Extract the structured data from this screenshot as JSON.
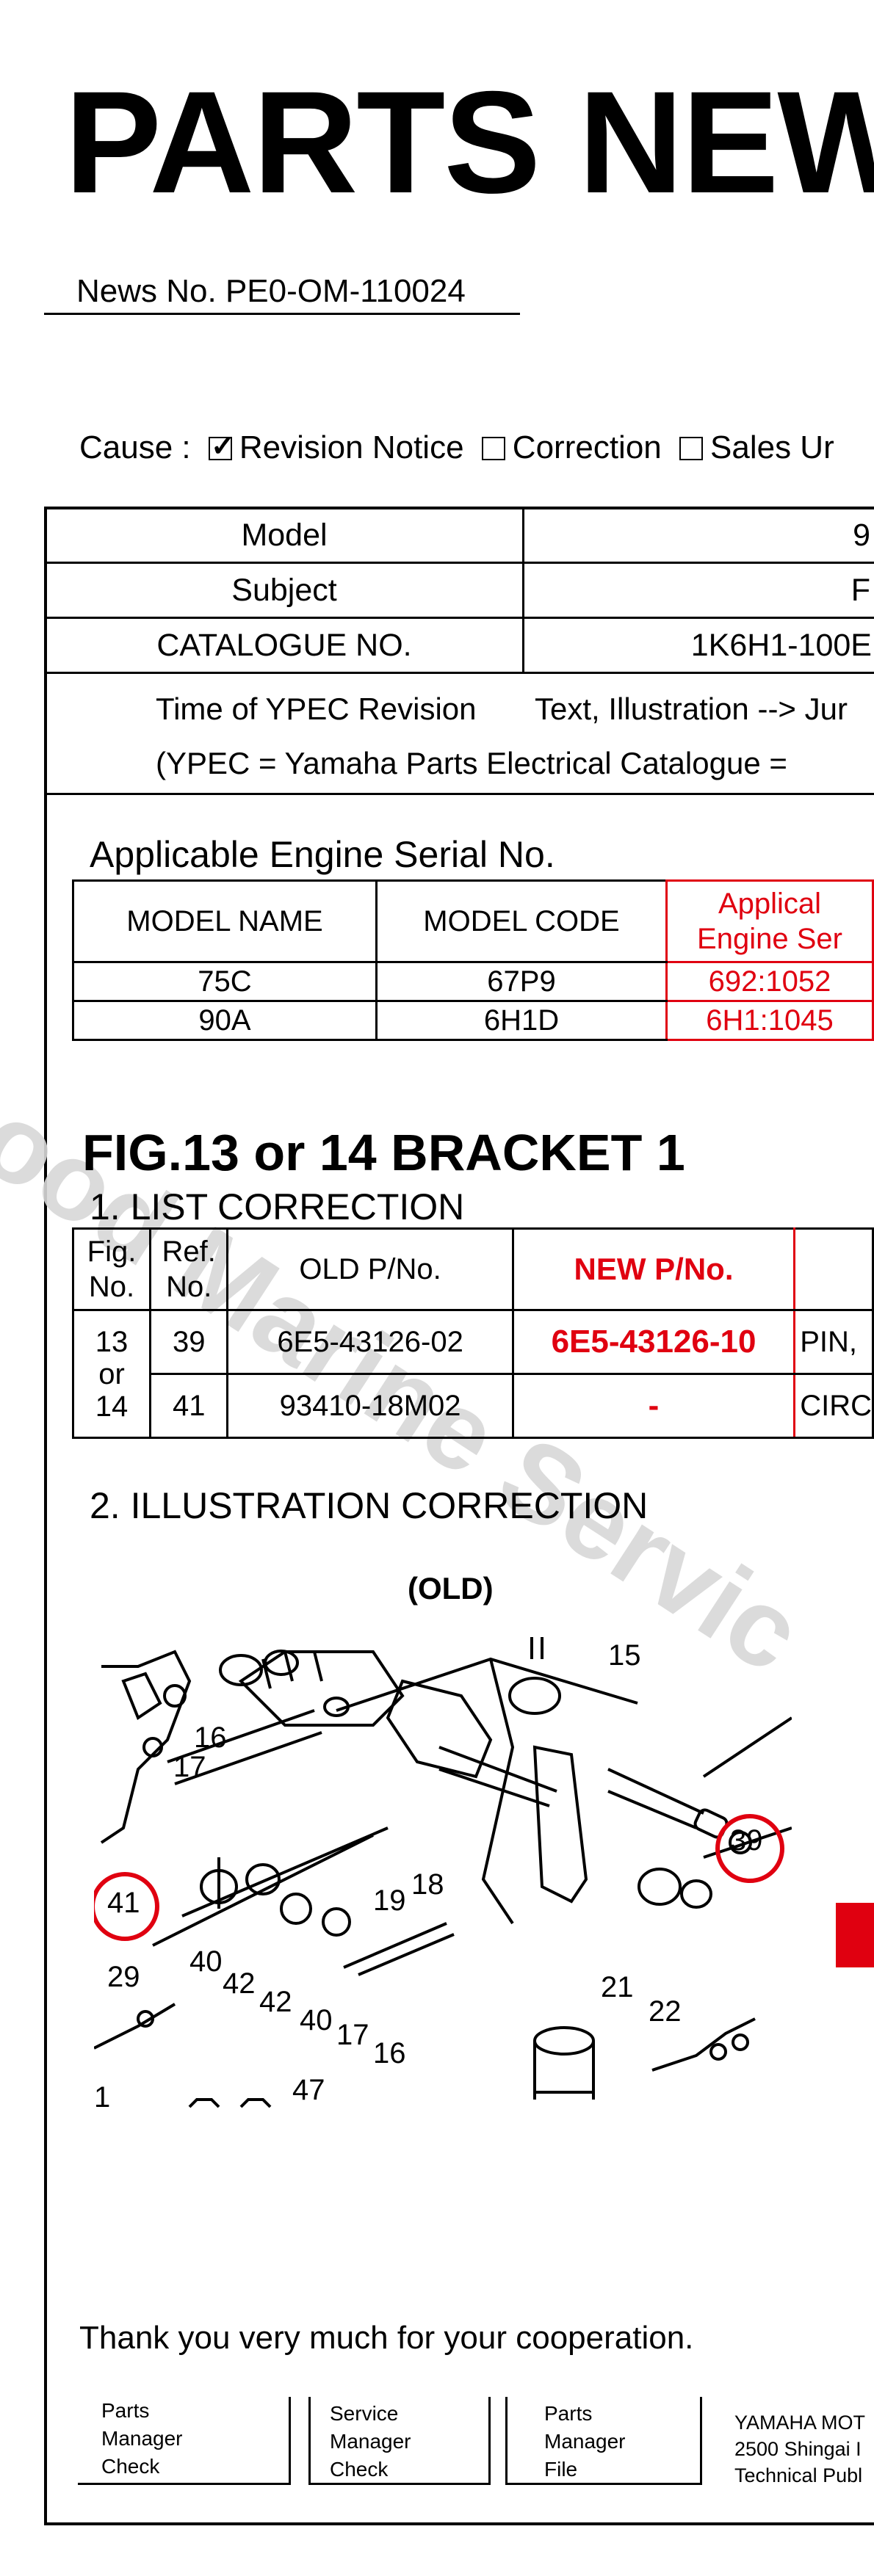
{
  "title": "PARTS NEW",
  "news_no": "News No. PE0-OM-110024",
  "cause": {
    "label": "Cause :",
    "options": [
      {
        "label": "Revision Notice",
        "checked": true
      },
      {
        "label": "Correction",
        "checked": false
      },
      {
        "label": "Sales Ur",
        "checked": false
      }
    ]
  },
  "info_table": {
    "rows": [
      {
        "label": "Model",
        "value": "9"
      },
      {
        "label": "Subject",
        "value": "F"
      },
      {
        "label": "CATALOGUE NO.",
        "value": "1K6H1-100E"
      }
    ]
  },
  "ypec": {
    "line1_label": "Time of YPEC Revision",
    "line1_value": "Text, Illustration --> Jur",
    "line2": "(YPEC = Yamaha Parts Electrical Catalogue  ="
  },
  "serial": {
    "heading": "Applicable Engine Serial No.",
    "columns": [
      "MODEL NAME",
      "MODEL CODE",
      "Applical",
      "Engine Ser"
    ],
    "rows": [
      {
        "name": "75C",
        "code": "67P9",
        "serial": "692:1052"
      },
      {
        "name": "90A",
        "code": "6H1D",
        "serial": "6H1:1045"
      }
    ]
  },
  "fig_title": "FIG.13 or 14 BRACKET 1",
  "list_correction": {
    "heading": "1. LIST CORRECTION",
    "columns": {
      "fig": [
        "Fig.",
        "No."
      ],
      "ref": [
        "Ref.",
        "No."
      ],
      "old": "OLD P/No.",
      "new": "NEW P/No."
    },
    "fig_no": [
      "13",
      "or",
      "14"
    ],
    "rows": [
      {
        "ref": "39",
        "old": "6E5-43126-02",
        "new": "6E5-43126-10",
        "desc": "PIN,"
      },
      {
        "ref": "41",
        "old": "93410-18M02",
        "new": "-",
        "desc": "CIRC"
      }
    ]
  },
  "illustration": {
    "heading": "2. ILLUSTRATION CORRECTION",
    "old_label": "(OLD)",
    "callouts": [
      "15",
      "16",
      "17",
      "39",
      "41",
      "18",
      "19",
      "40",
      "42",
      "42",
      "40",
      "29",
      "17",
      "16",
      "21",
      "22",
      "1",
      "47"
    ]
  },
  "thanks": "Thank you very much for your cooperation.",
  "stamps": [
    {
      "lines": [
        "Parts",
        "Manager",
        "Check"
      ]
    },
    {
      "lines": [
        "Service",
        "Manager",
        "Check"
      ]
    },
    {
      "lines": [
        "Parts",
        "Manager",
        "File"
      ]
    }
  ],
  "footer": {
    "lines": [
      "YAMAHA MOT",
      "2500 Shingai I",
      "Technical Publ"
    ]
  },
  "watermark": "Good Marine Servic",
  "colors": {
    "accent_red": "#e00010"
  }
}
